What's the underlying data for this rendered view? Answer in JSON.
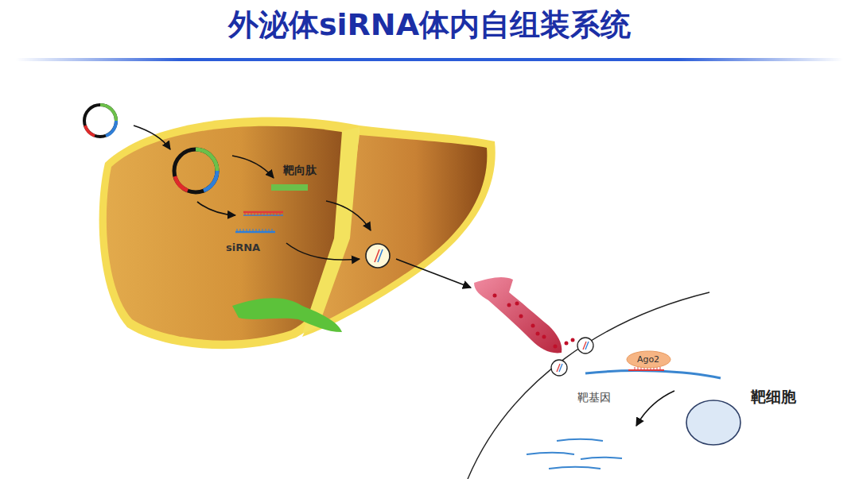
{
  "diagram": {
    "title": "外泌体siRNA体内自组装系统",
    "nodes": [
      {
        "text": [
          "Ago2"
        ]
      }
    ],
    "labels": [
      "靶向肽",
      "siRNA",
      "靶基因",
      "靶细胞"
    ]
  }
}
